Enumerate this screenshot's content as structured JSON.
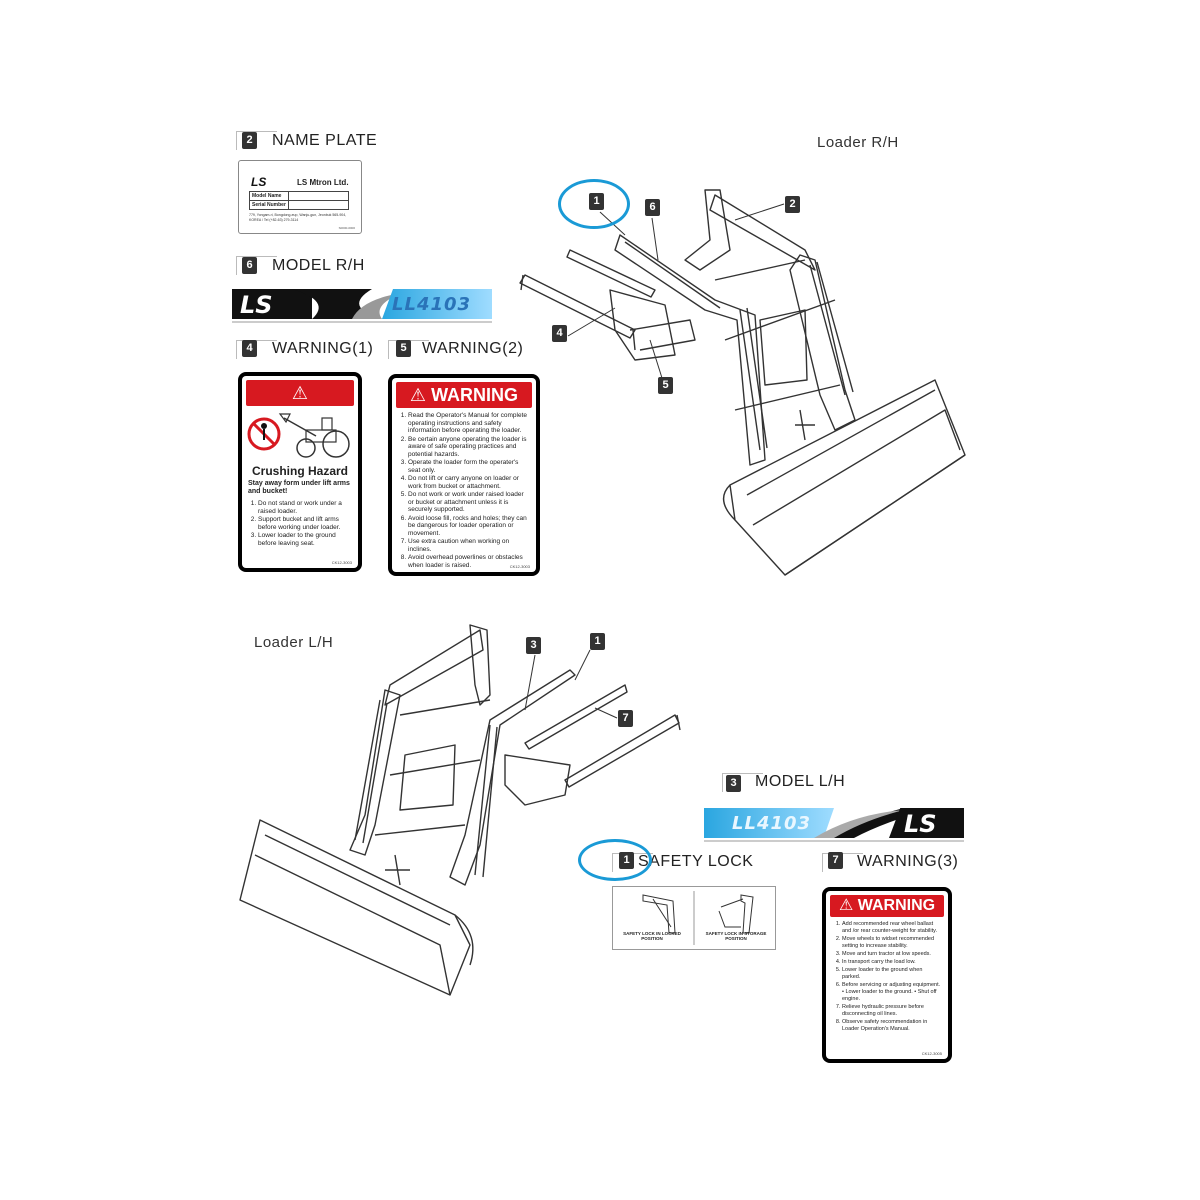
{
  "sections": {
    "name_plate": {
      "num": "2",
      "title": "NAME PLATE"
    },
    "model_rh": {
      "num": "6",
      "title": "MODEL R/H"
    },
    "warning1": {
      "num": "4",
      "title": "WARNING(1)"
    },
    "warning2": {
      "num": "5",
      "title": "WARNING(2)"
    },
    "model_lh": {
      "num": "3",
      "title": "MODEL L/H"
    },
    "safety_lock": {
      "num": "1",
      "title": "SAFETY LOCK"
    },
    "warning3": {
      "num": "7",
      "title": "WARNING(3)"
    }
  },
  "loaders": {
    "rh_title": "Loader R/H",
    "lh_title": "Loader L/H",
    "rh_callouts": [
      "1",
      "6",
      "2",
      "4",
      "5"
    ],
    "lh_callouts": [
      "3",
      "1",
      "7"
    ]
  },
  "name_plate": {
    "logo": "LS",
    "company": "LS Mtron Ltd.",
    "row1": "Model Name",
    "row2": "Serial Number",
    "address": "779, Yongam-ri, Bongdong-eup, Wanju-gun, Jeonbuk 565-904, KOREA / Tel (+82-63) 279-3114",
    "code": "S0000-0000"
  },
  "model_decal": {
    "logo": "LS",
    "model": "LL4103"
  },
  "warning1": {
    "header": "WARNING",
    "title": "Crushing Hazard",
    "intro": "Stay away form under lift arms and bucket!",
    "items": [
      "Do not stand or work under a raised loader.",
      "Support bucket and lift arms before working under loader.",
      "Lower loader to the ground before leaving seat."
    ],
    "code": "CK12-3003"
  },
  "warning2": {
    "header": "WARNING",
    "items": [
      "Read the Operator's Manual for complete operating instructions and safety information before operating the loader.",
      "Be certain anyone operating the loader is aware of safe operating practices and potential hazards.",
      "Operate the loader form the operater's seat only.",
      "Do not lift or carry anyone on loader or work from bucket or attachment.",
      "Do not work or work under raised loader or bucket or attachment unless it is securely supported.",
      "Avoid loose fill, rocks and holes; they can be dangerous for loader operation or movement.",
      "Use extra caution when working on inclines.",
      "Avoid overhead powerlines or obstacles when loader is raised."
    ],
    "code": "CK12-3003"
  },
  "warning3": {
    "header": "WARNING",
    "items": [
      "Add recommended rear wheel ballast and /or rear counter-weight for stability.",
      "Move wheels to widset recommended setting to increase stability.",
      "Move and turn tractor at low speeds.",
      "In transport carry the load low.",
      "Lower loader to the ground when parked.",
      "Before servicing or adjusting equipment. • Lower loader to the ground. • Shut off engine.",
      "Relieve hydraulic pressure before disconnecting oil lines.",
      "Observe safety recommendation in Loader Operation's Manual."
    ],
    "code": "CK12-3005"
  },
  "safety_lock": {
    "locked": "SAFETY LOCK IN LOCKED POSITION",
    "storage": "SAFETY LOCK IN STORAGE POSITION"
  },
  "colors": {
    "highlight": "#1a9ad6",
    "warning_red": "#d71920",
    "decal_blue": "#2aa6e0"
  }
}
